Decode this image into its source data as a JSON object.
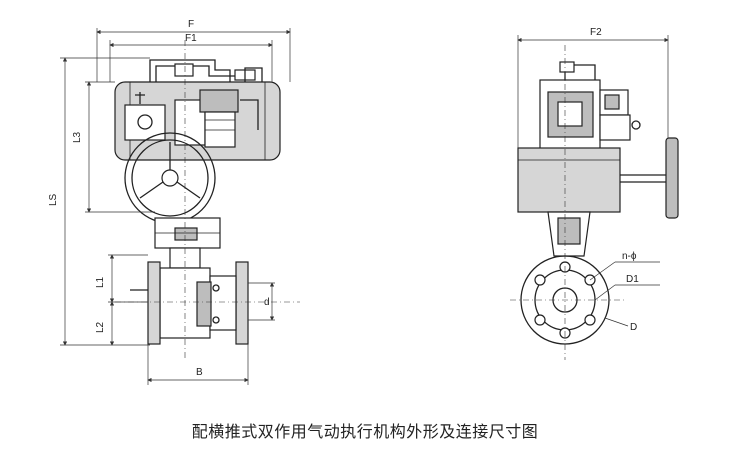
{
  "labels": {
    "F": "F",
    "F1": "F1",
    "F2": "F2",
    "L3": "L3",
    "LS": "LS",
    "L1": "L1",
    "L2": "L2",
    "B": "B",
    "d": "d",
    "n_phi": "n-ϕ",
    "D1": "D1",
    "D": "D"
  },
  "caption": "配横推式双作用气动执行机构外形及连接尺寸图"
}
